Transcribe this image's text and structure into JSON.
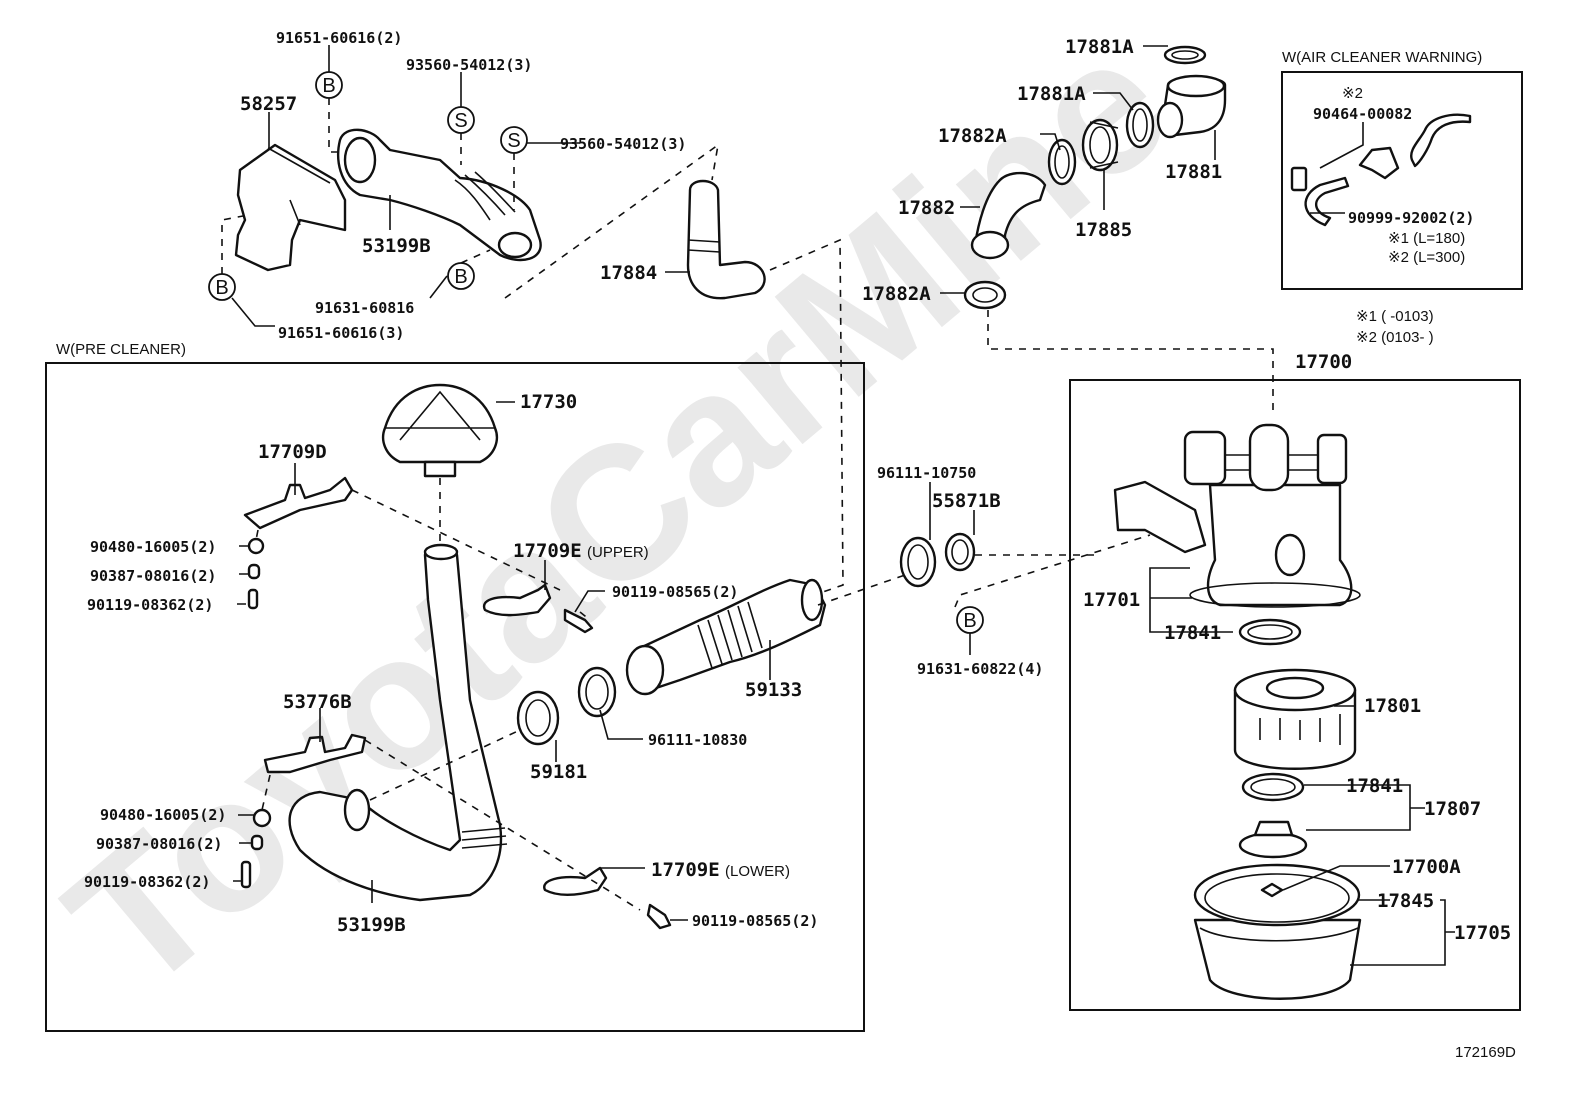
{
  "watermark": "ToyotaCarMine",
  "diagram_id": "172169D",
  "boxes": {
    "pre_cleaner": "W(PRE CLEANER)",
    "air_cleaner_warning": "W(AIR CLEANER WARNING)"
  },
  "symbols": {
    "bolt": "B",
    "screw": "S"
  },
  "labels": {
    "p91651_60616_2": "91651-60616(2)",
    "p93560_54012_3a": "93560-54012(3)",
    "p93560_54012_3b": "93560-54012(3)",
    "p58257": "58257",
    "p53199B_top": "53199B",
    "p91631_60816": "91631-60816",
    "p91651_60616_3": "91651-60616(3)",
    "p17884": "17884",
    "p17881A_top": "17881A",
    "p17881A_mid": "17881A",
    "p17882A_top": "17882A",
    "p17881": "17881",
    "p17882": "17882",
    "p17885": "17885",
    "p17882A_bot": "17882A",
    "p17730": "17730",
    "p17709D": "17709D",
    "p90480_16005_a": "90480-16005(2)",
    "p90387_08016_a": "90387-08016(2)",
    "p90119_08362_a": "90119-08362(2)",
    "p17709E_upper": "17709E",
    "upper_note": "(UPPER)",
    "p90119_08565_a": "90119-08565(2)",
    "p59133": "59133",
    "p96111_10830": "96111-10830",
    "p59181": "59181",
    "p53776B": "53776B",
    "p90480_16005_b": "90480-16005(2)",
    "p90387_08016_b": "90387-08016(2)",
    "p90119_08362_b": "90119-08362(2)",
    "p53199B_bot": "53199B",
    "p17709E_lower": "17709E",
    "lower_note": "(LOWER)",
    "p90119_08565_b": "90119-08565(2)",
    "p96111_10750": "96111-10750",
    "p55871B": "55871B",
    "p91631_60822": "91631-60822(4)",
    "p17700": "17700",
    "p17701": "17701",
    "p17841_a": "17841",
    "p17801": "17801",
    "p17841_b": "17841",
    "p17807": "17807",
    "p17700A": "17700A",
    "p17845": "17845",
    "p17705": "17705"
  },
  "warning_box": {
    "note2_top": "※2",
    "p90464_00082": "90464-00082",
    "p90999_92002": "90999-92002(2)",
    "len1": "※1 (L=180)",
    "len2": "※2 (L=300)"
  },
  "footnotes": {
    "n1": "※1 (       -0103)",
    "n2": "※2 (0103-        )"
  }
}
